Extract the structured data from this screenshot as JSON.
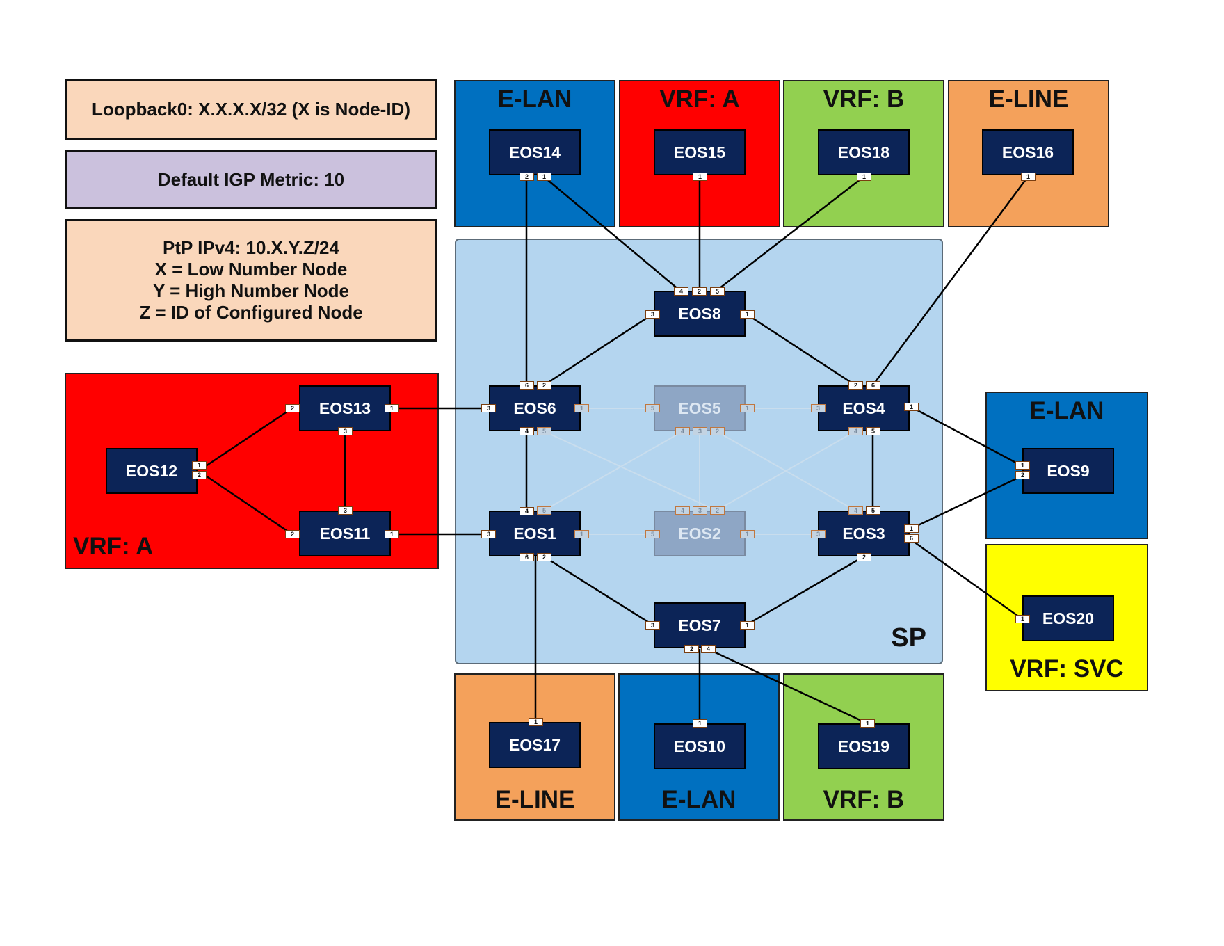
{
  "info": {
    "loopback": "Loopback0: X.X.X.X/32 (X is Node-ID)",
    "metric": "Default IGP Metric: 10",
    "ptp": [
      "PtP IPv4: 10.X.Y.Z/24",
      "X = Low Number Node",
      "Y = High Number Node",
      "Z = ID of Configured Node"
    ]
  },
  "colors": {
    "elan": "#0070c0",
    "vrf_a": "#ff0000",
    "vrf_b": "#92d050",
    "eline": "#f4a15b",
    "vrf_svc": "#ffff00",
    "info_peach": "#fad7bb",
    "info_lavender": "#cbc1dd",
    "sp": "#b4d5ef",
    "node": "#0c2457"
  },
  "zones": {
    "top_elan": "E-LAN",
    "top_vrf_a": "VRF: A",
    "top_vrf_b": "VRF: B",
    "top_eline": "E-LINE",
    "left_vrf_a": "VRF: A",
    "right_elan": "E-LAN",
    "right_vrf_svc": "VRF: SVC",
    "bottom_eline": "E-LINE",
    "bottom_elan": "E-LAN",
    "bottom_vrf_b": "VRF: B",
    "sp": "SP"
  },
  "nodes": {
    "eos1": "EOS1",
    "eos2": "EOS2",
    "eos3": "EOS3",
    "eos4": "EOS4",
    "eos5": "EOS5",
    "eos6": "EOS6",
    "eos7": "EOS7",
    "eos8": "EOS8",
    "eos9": "EOS9",
    "eos10": "EOS10",
    "eos11": "EOS11",
    "eos12": "EOS12",
    "eos13": "EOS13",
    "eos14": "EOS14",
    "eos15": "EOS15",
    "eos16": "EOS16",
    "eos17": "EOS17",
    "eos18": "EOS18",
    "eos19": "EOS19",
    "eos20": "EOS20"
  },
  "links": [
    [
      "EOS14",
      "1",
      "EOS8",
      "4"
    ],
    [
      "EOS14",
      "2",
      "EOS6",
      "6"
    ],
    [
      "EOS15",
      "1",
      "EOS8",
      "2"
    ],
    [
      "EOS18",
      "1",
      "EOS8",
      "5"
    ],
    [
      "EOS16",
      "1",
      "EOS4",
      "6"
    ],
    [
      "EOS8",
      "3",
      "EOS6",
      "2"
    ],
    [
      "EOS8",
      "1",
      "EOS4",
      "2"
    ],
    [
      "EOS6",
      "3",
      "EOS13",
      "1"
    ],
    [
      "EOS6",
      "4",
      "EOS1",
      "4"
    ],
    [
      "EOS1",
      "3",
      "EOS11",
      "1"
    ],
    [
      "EOS1",
      "2",
      "EOS7",
      "3"
    ],
    [
      "EOS1",
      "6",
      "EOS17",
      "1"
    ],
    [
      "EOS4",
      "1",
      "EOS9",
      "1"
    ],
    [
      "EOS4",
      "5",
      "EOS3",
      "5"
    ],
    [
      "EOS3",
      "1",
      "EOS9",
      "2"
    ],
    [
      "EOS3",
      "6",
      "EOS20",
      "1"
    ],
    [
      "EOS3",
      "2",
      "EOS7",
      "1"
    ],
    [
      "EOS7",
      "2",
      "EOS10",
      "1"
    ],
    [
      "EOS7",
      "4",
      "EOS19",
      "1"
    ],
    [
      "EOS13",
      "2",
      "EOS12",
      "1"
    ],
    [
      "EOS13",
      "3",
      "EOS11",
      "3"
    ],
    [
      "EOS12",
      "2",
      "EOS11",
      "2"
    ],
    [
      "EOS6",
      "1",
      "EOS5",
      "5"
    ],
    [
      "EOS5",
      "1",
      "EOS4",
      "3"
    ],
    [
      "EOS1",
      "1",
      "EOS2",
      "5"
    ],
    [
      "EOS2",
      "1",
      "EOS3",
      "3"
    ],
    [
      "EOS6",
      "5",
      "EOS2",
      "4"
    ],
    [
      "EOS1",
      "5",
      "EOS5",
      "4"
    ],
    [
      "EOS5",
      "3",
      "EOS2",
      "3"
    ],
    [
      "EOS5",
      "2",
      "EOS3",
      "4"
    ],
    [
      "EOS4",
      "4",
      "EOS2",
      "2"
    ]
  ]
}
